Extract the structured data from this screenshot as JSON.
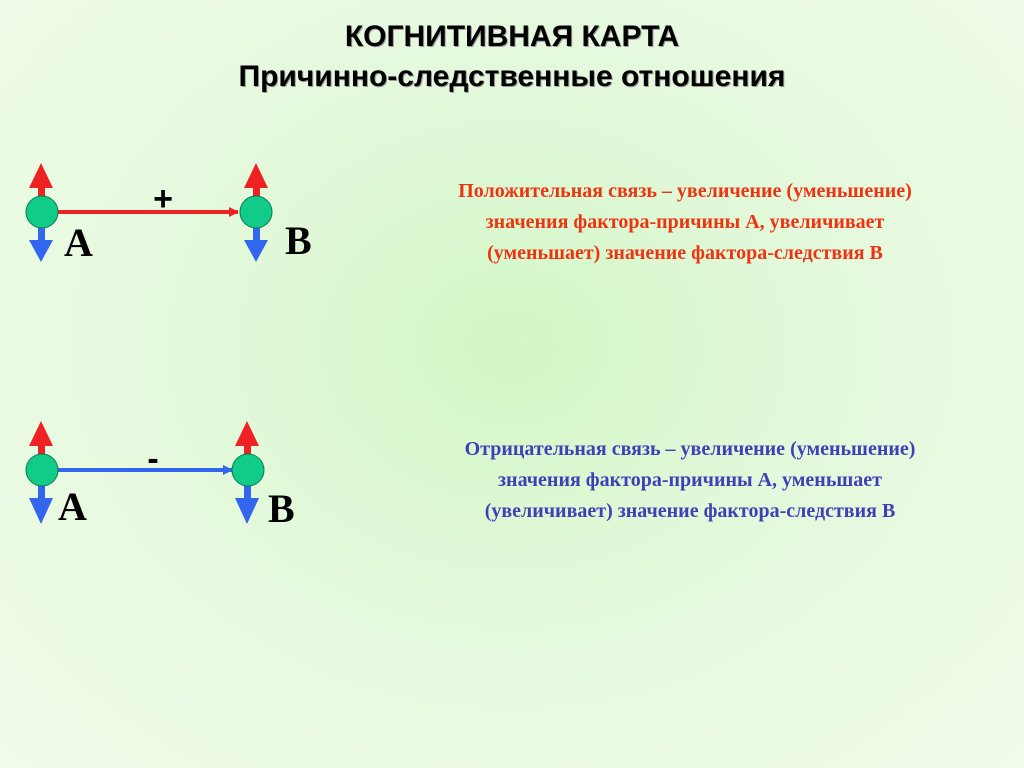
{
  "title": {
    "line1": "КОГНИТИВНАЯ   КАРТА",
    "line2": "Причинно-следственные отношения"
  },
  "positive": {
    "sign": "+",
    "cause_label": "А",
    "effect_label": "В",
    "description": [
      "Положительная  связь –  увеличение  (уменьшение)",
      "значения фактора-причины  А, увеличивает",
      "(уменьшает) значение  фактора-следствия В"
    ],
    "link_color": "#ee2222",
    "text_color": "#ee3311"
  },
  "negative": {
    "sign": "-",
    "cause_label": "А",
    "effect_label": "В",
    "description": [
      "Отрицательная  связь –  увеличение  (уменьшение)",
      "значения фактора-причины  А, уменьшает",
      "(увеличивает) значение  фактора-следствия В"
    ],
    "link_color": "#3366ee",
    "text_color": "#3f3fb8"
  },
  "colors": {
    "node_fill": "#11cc88",
    "up_arrow": "#ee2222",
    "down_arrow": "#3366ee"
  }
}
